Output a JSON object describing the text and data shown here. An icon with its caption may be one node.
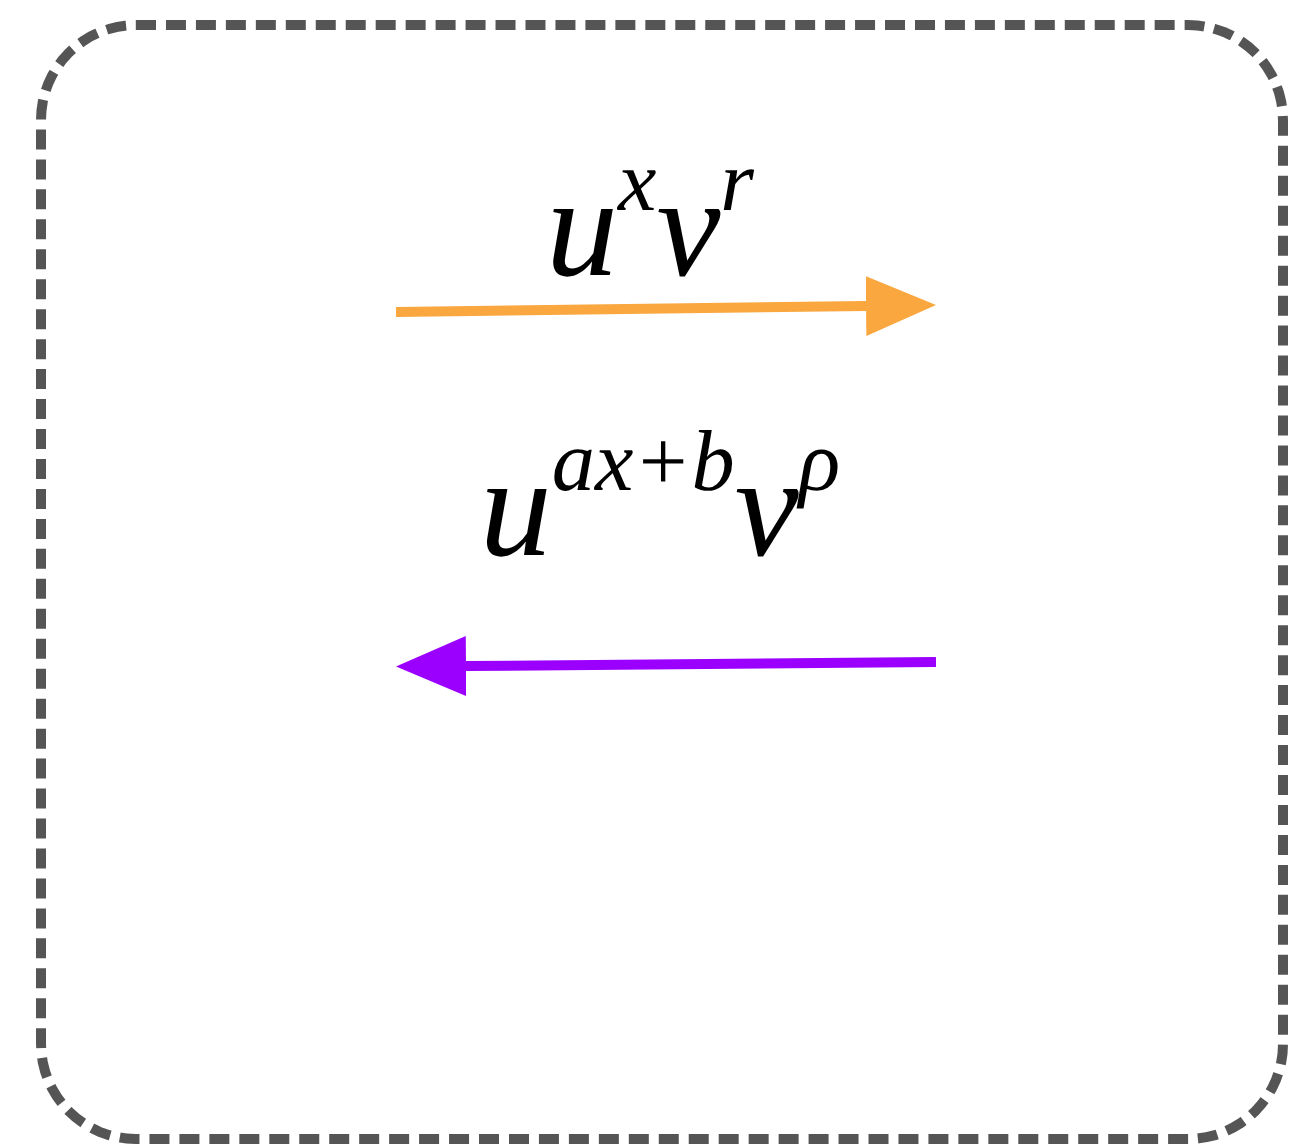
{
  "diagram": {
    "nodes": [
      {
        "text": [],
        "shape": "box"
      }
    ],
    "edges": [],
    "labels": [
      "u$^{x}$v$^{r}$",
      "u$^{ax+b}$v$^{ρ}$"
    ]
  }
}
